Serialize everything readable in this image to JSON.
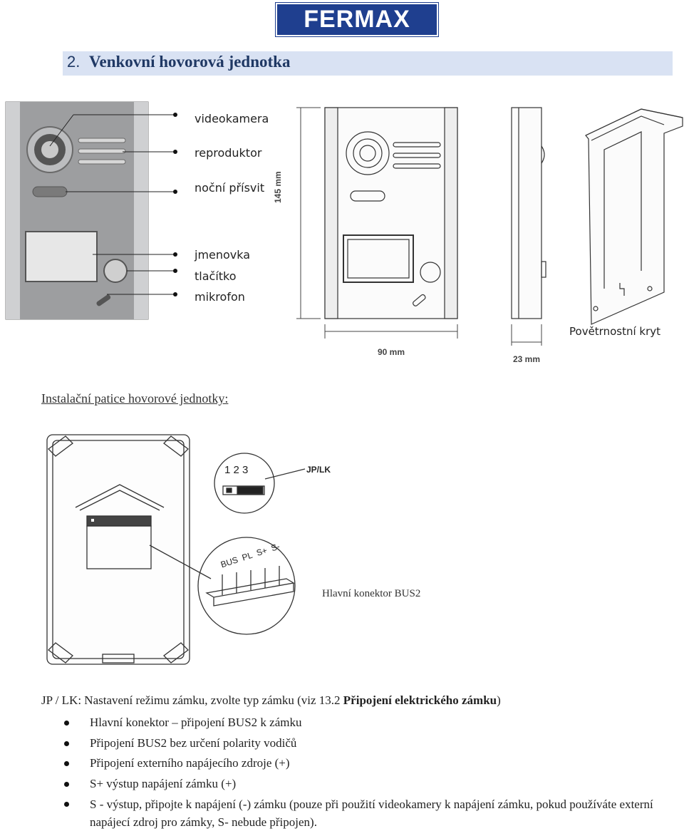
{
  "logo": {
    "text": "FERMAX",
    "color": "#1f3f8f"
  },
  "section": {
    "number": "2.",
    "title": "Venkovní hovorová jednotka",
    "band_color": "#d9e2f3"
  },
  "front_labels": [
    "videokamera",
    "reproduktor",
    "noční přísvit",
    "jmenovka",
    "tlačítko",
    "mikrofon"
  ],
  "dimensions": {
    "height": "145 mm",
    "width": "90 mm",
    "depth": "23 mm"
  },
  "weather_cover": "Povětrnostní kryt",
  "install_title": "Instalační patice hovorové jednotky:",
  "jumper": {
    "pins": "1 2 3",
    "label": "JP/LK"
  },
  "connector": {
    "pins": [
      "BUS",
      "PL",
      "S+",
      "S-"
    ],
    "caption": "Hlavní konektor BUS2"
  },
  "jp_note": {
    "prefix": "JP / LK: Nastavení režimu zámku, zvolte typ zámku (viz 13.2 ",
    "bold": "Připojení elektrického zámku",
    "suffix": ")"
  },
  "bullets": [
    "Hlavní konektor – připojení BUS2 k zámku",
    "Připojení BUS2 bez určení polarity vodičů",
    "Připojení externího napájecího zdroje (+)",
    "S+  výstup napájení zámku (+)",
    "S -  výstup, připojte k napájení (-) zámku (pouze při použití videokamery k napájení zámku, pokud používáte externí napájecí zdroj pro zámky, S- nebude připojen)."
  ]
}
